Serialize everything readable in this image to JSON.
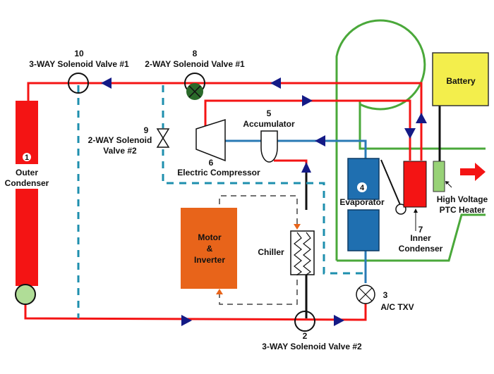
{
  "title": "Heat pump refrigerant circuit diagram",
  "colors": {
    "refrigerant_hot": "#f41414",
    "refrigerant_cold": "#2a7ab5",
    "coolant_dashed": "#1e8fae",
    "air_path": "#4aa83a",
    "arrow": "#141a86",
    "battery": "#f3ee4c",
    "ptc_heater": "#98d277",
    "motor_inverter": "#e8641a",
    "evaporator": "#1f6fb0",
    "condenser": "#f41414",
    "valve_green": "#2a6a2a",
    "receiver_dot": "#b0dd97"
  },
  "components": {
    "outer_condenser": {
      "number": "1",
      "line1": "Outer",
      "line2": "Condenser"
    },
    "three_way_valve_2": {
      "number": "2",
      "label": "3-WAY Solenoid Valve  #2"
    },
    "ac_txv": {
      "number": "3",
      "label": "A/C TXV"
    },
    "evaporator": {
      "number": "4",
      "label": "Evaporator"
    },
    "accumulator": {
      "number": "5",
      "label": "Accumulator"
    },
    "electric_compressor": {
      "number": "6",
      "label": "Electric Compressor"
    },
    "inner_condenser": {
      "number": "7",
      "line1": "Inner",
      "line2": "Condenser"
    },
    "two_way_valve_1": {
      "number": "8",
      "label": "2-WAY Solenoid Valve  #1"
    },
    "two_way_valve_2": {
      "number": "9",
      "line1": "2-WAY Solenoid",
      "line2": "Valve  #2"
    },
    "three_way_valve_1": {
      "number": "10",
      "label": "3-WAY Solenoid Valve  #1"
    },
    "battery": {
      "label": "Battery"
    },
    "ptc_heater": {
      "line1": "High Voltage",
      "line2": "PTC Heater"
    },
    "motor_inverter": {
      "line1": "Motor",
      "line2": "&",
      "line3": "Inverter"
    },
    "chiller": {
      "label": "Chiller"
    }
  }
}
